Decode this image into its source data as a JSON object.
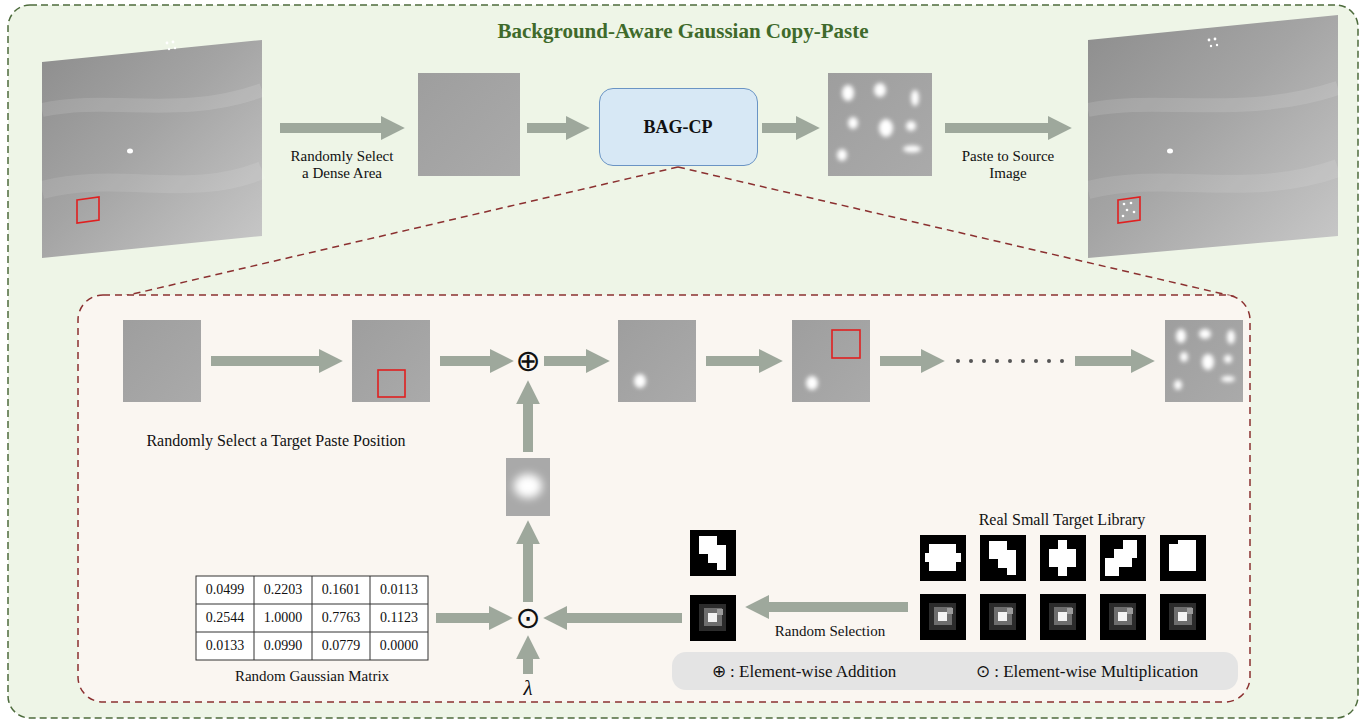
{
  "diagram": {
    "nodes": [
      {
        "text": [
          "Background-Aware Gaussian Copy-Paste"
        ]
      },
      {
        "text": [
          "BAG-CP"
        ],
        "in": 0
      },
      {
        "text": [
          "⊕ : Element-wise Addition",
          "⊙ : Element-wise Multiplication"
        ],
        "in": 0
      }
    ],
    "labels": [
      "Randomly Select a Dense Area",
      "Paste to Source Image",
      "Randomly Select a Target Paste Position",
      "⊕",
      "⊙",
      "λ",
      "Random Gaussian Matrix",
      "0.0499",
      "0.2203",
      "0.1601",
      "0.0113",
      "0.2544",
      "1.0000",
      "0.7763",
      "0.1123",
      "0.0133",
      "0.0990",
      "0.0779",
      "0.0000",
      "Real Small Target Library",
      "Random Selection"
    ]
  }
}
